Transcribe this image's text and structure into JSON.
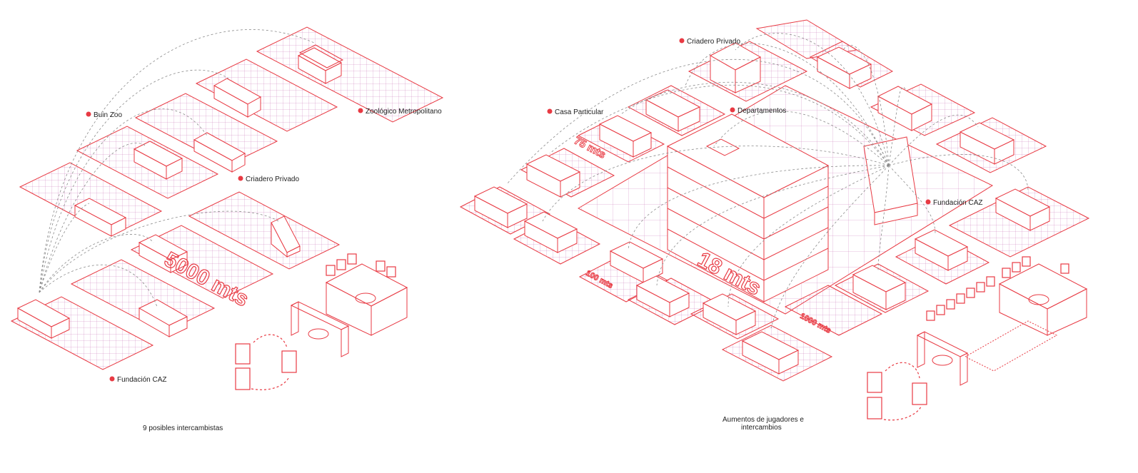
{
  "colors": {
    "accent": "#e83a43",
    "grid": "#c56fb1",
    "arc": "#8a8a8a",
    "ink": "#222222"
  },
  "left": {
    "labels": {
      "buin_zoo": "Buin Zoo",
      "zoologico": "Zoológico Metropolitano",
      "criadero": "Criadero Privado",
      "fundacion": "Fundación CAZ"
    },
    "distance": "5000 mts",
    "caption": "9 posibles intercambistas"
  },
  "right": {
    "labels": {
      "criadero": "Criadero Privado",
      "casa": "Casa Particular",
      "departamentos": "Departamentos",
      "fundacion": "Fundación CAZ"
    },
    "distances": {
      "d75": "75 mts",
      "d18": "18 mts",
      "d100": "100 mts",
      "d1000": "1000 mts"
    },
    "caption_line1": "Aumentos de jugadores e",
    "caption_line2": "intercambios"
  }
}
